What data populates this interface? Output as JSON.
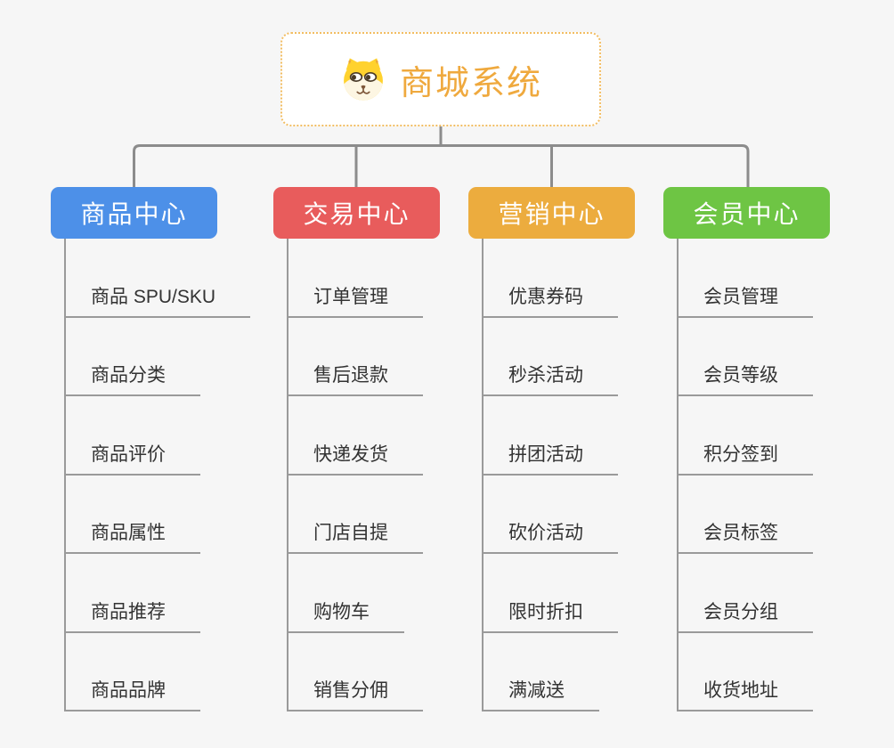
{
  "root": {
    "title": "商城系统",
    "icon": "dog-face-icon"
  },
  "branches": [
    {
      "label": "商品中心",
      "color": "#4d90e8",
      "children": [
        "商品 SPU/SKU",
        "商品分类",
        "商品评价",
        "商品属性",
        "商品推荐",
        "商品品牌"
      ]
    },
    {
      "label": "交易中心",
      "color": "#e85c5c",
      "children": [
        "订单管理",
        "售后退款",
        "快递发货",
        "门店自提",
        "购物车",
        "销售分佣"
      ]
    },
    {
      "label": "营销中心",
      "color": "#ecac3e",
      "children": [
        "优惠券码",
        "秒杀活动",
        "拼团活动",
        "砍价活动",
        "限时折扣",
        "满减送"
      ]
    },
    {
      "label": "会员中心",
      "color": "#6ec544",
      "children": [
        "会员管理",
        "会员等级",
        "积分签到",
        "会员标签",
        "会员分组",
        "收货地址"
      ]
    }
  ],
  "colors": {
    "background": "#f6f6f6",
    "root_text": "#efa93e",
    "root_border": "#f2bd62",
    "connector": "#8c8c8c",
    "leaf_line": "#9a9a9a",
    "leaf_text": "#333333",
    "dog_yellow": "#ffd22e",
    "dog_cream": "#fdf6e3",
    "dog_brown": "#7d5639"
  }
}
